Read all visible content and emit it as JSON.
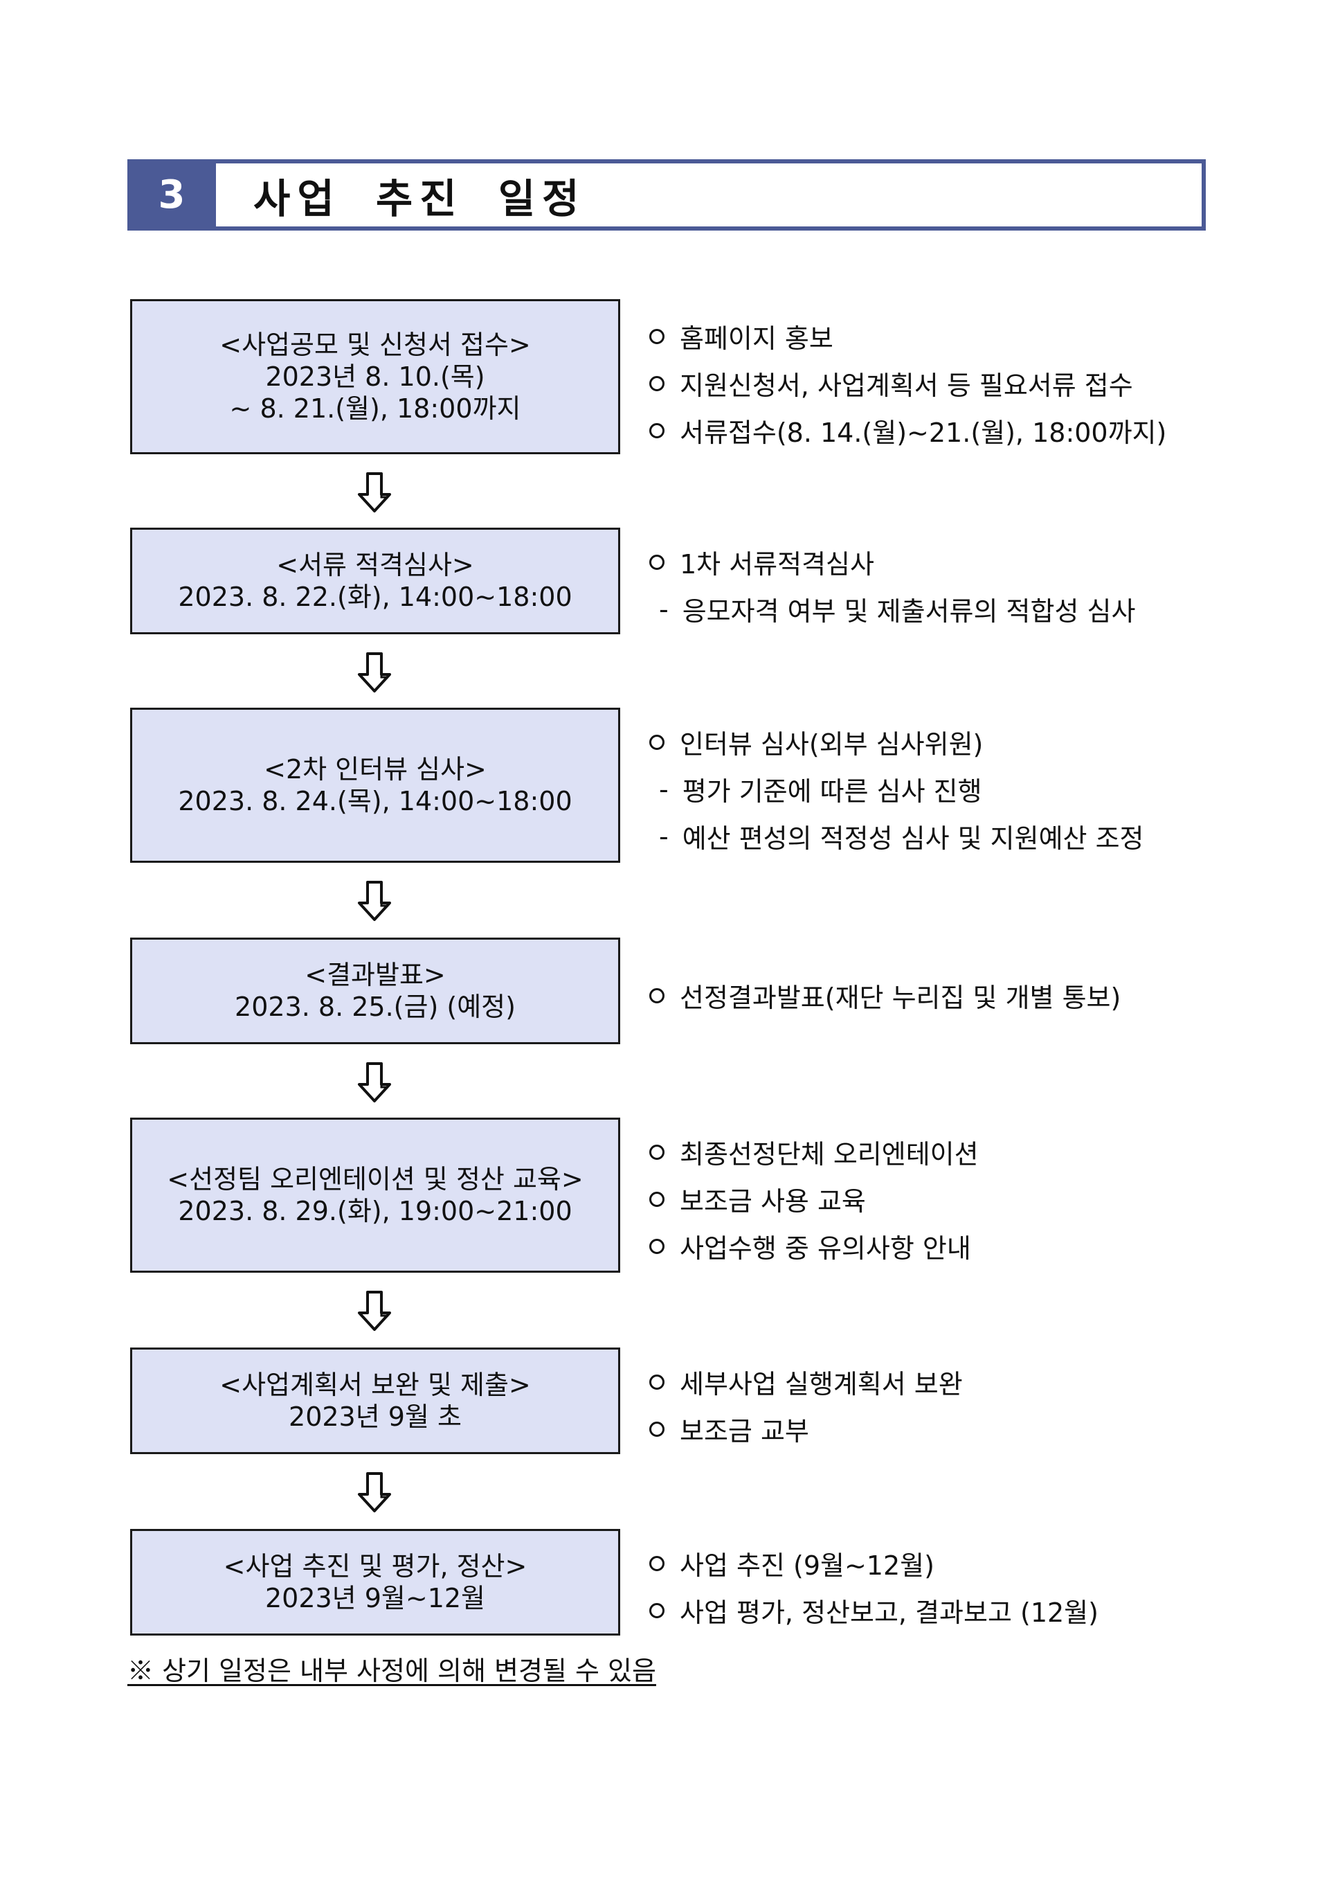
{
  "section": {
    "number": "3",
    "title": "사업 추진 일정"
  },
  "steps": [
    {
      "title": "<사업공모 및 신청서 접수>",
      "date": "2023년 8. 10.(목)",
      "date2": "~ 8. 21.(월), 18:00까지",
      "notes": [
        {
          "type": "bullet",
          "text": "홈페이지 홍보"
        },
        {
          "type": "bullet",
          "text": "지원신청서, 사업계획서 등 필요서류 접수"
        },
        {
          "type": "bullet",
          "text": "서류접수(8. 14.(월)~21.(월), 18:00까지)"
        }
      ]
    },
    {
      "title": "<서류 적격심사>",
      "date": "2023. 8. 22.(화), 14:00~18:00",
      "notes": [
        {
          "type": "bullet",
          "text": "1차 서류적격심사"
        },
        {
          "type": "dash",
          "text": "응모자격 여부 및 제출서류의 적합성 심사"
        }
      ]
    },
    {
      "title": "<2차 인터뷰 심사>",
      "date": "2023. 8. 24.(목), 14:00~18:00",
      "notes": [
        {
          "type": "bullet",
          "text": "인터뷰 심사(외부 심사위원)"
        },
        {
          "type": "dash",
          "text": "평가 기준에 따른 심사 진행"
        },
        {
          "type": "dash",
          "text": "예산 편성의 적정성 심사 및 지원예산 조정"
        }
      ]
    },
    {
      "title": "<결과발표>",
      "date": "2023. 8. 25.(금) (예정)",
      "notes": [
        {
          "type": "bullet",
          "text": "선정결과발표(재단 누리집 및 개별 통보)"
        }
      ]
    },
    {
      "title": "<선정팀 오리엔테이션 및 정산 교육>",
      "date": "2023. 8. 29.(화), 19:00~21:00",
      "notes": [
        {
          "type": "bullet",
          "text": "최종선정단체 오리엔테이션"
        },
        {
          "type": "bullet",
          "text": "보조금 사용 교육"
        },
        {
          "type": "bullet",
          "text": "사업수행 중 유의사항 안내"
        }
      ]
    },
    {
      "title": "<사업계획서 보완 및 제출>",
      "date": "2023년 9월 초",
      "notes": [
        {
          "type": "bullet",
          "text": "세부사업 실행계획서 보완"
        },
        {
          "type": "bullet",
          "text": "보조금 교부"
        }
      ]
    },
    {
      "title": "<사업 추진 및 평가, 정산>",
      "date": "2023년 9월~12월",
      "notes": [
        {
          "type": "bullet",
          "text": "사업 추진 (9월~12월)"
        },
        {
          "type": "bullet",
          "text": "사업 평가, 정산보고, 결과보고 (12월)"
        }
      ]
    }
  ],
  "dash_symbol": "-",
  "footnote": "※ 상기 일정은 내부 사정에 의해 변경될 수 있음",
  "colors": {
    "heading_bar": "#4b5a96",
    "box_fill": "#dde1f5",
    "text": "#111111"
  }
}
